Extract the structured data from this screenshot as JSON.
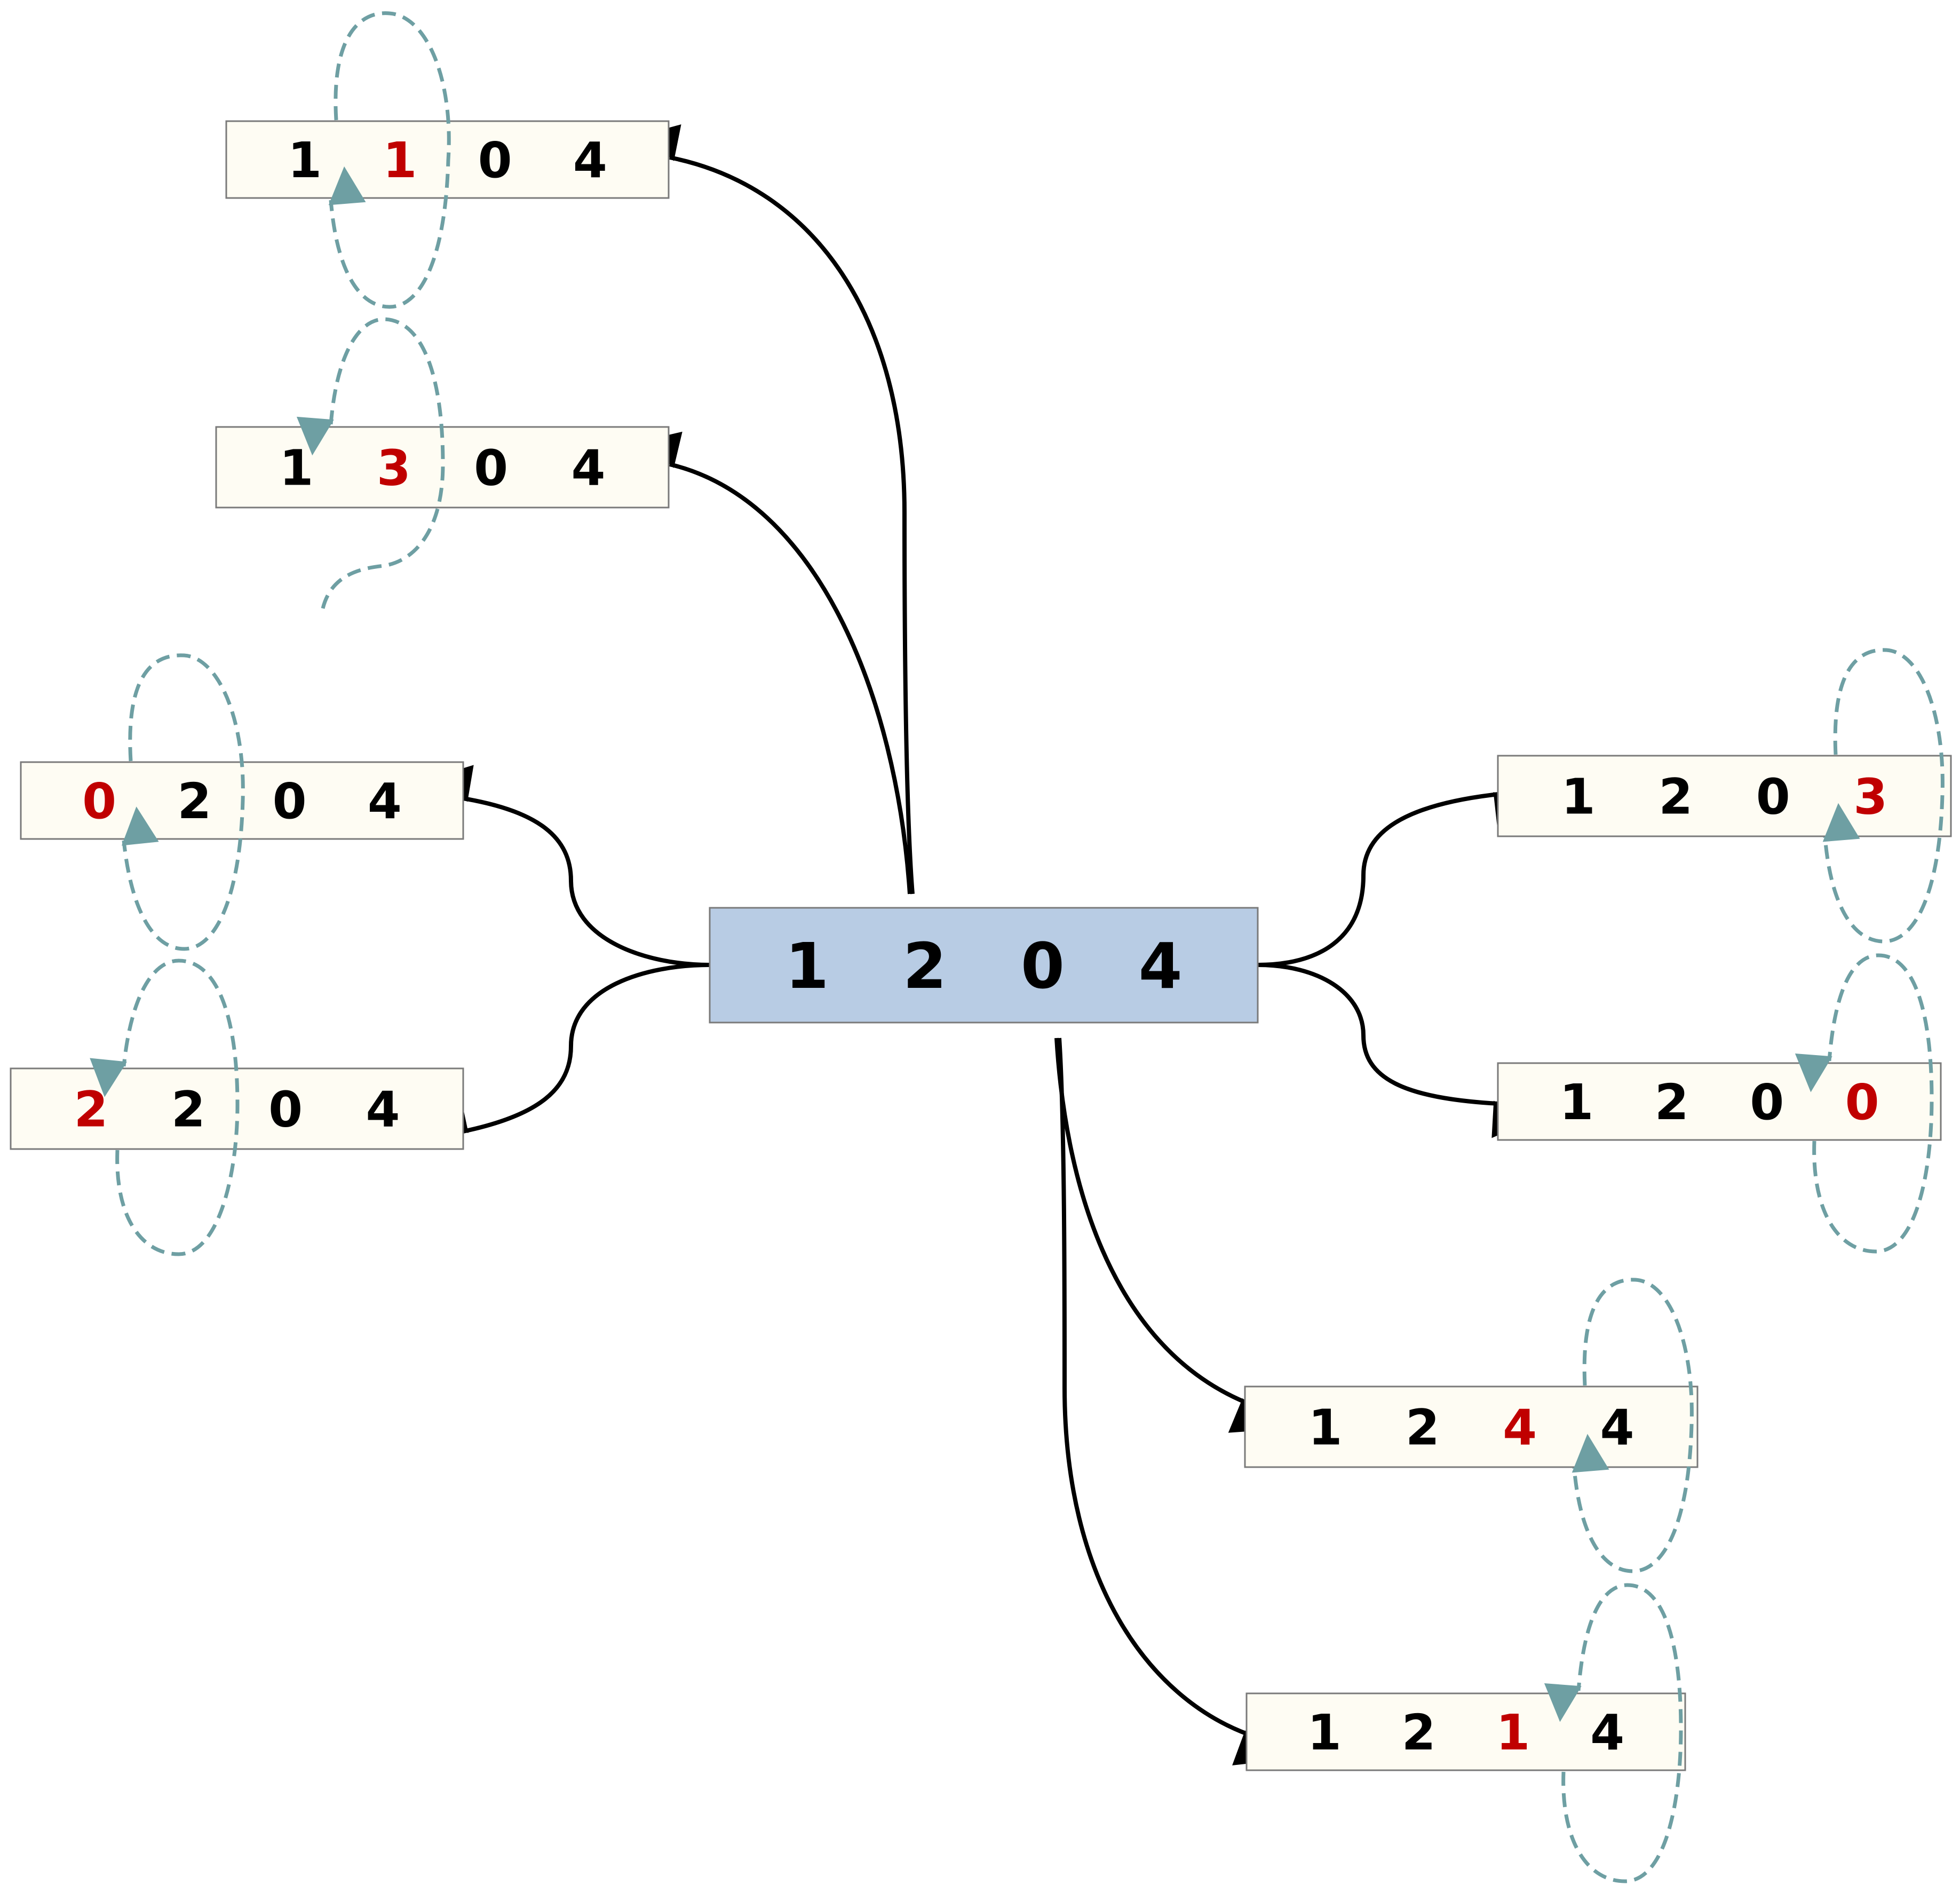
{
  "colors": {
    "normal_digit": "#000000",
    "changed_digit": "#c00000",
    "center_fill": "#b8cce4",
    "box_fill": "#fefcf3",
    "loop_stroke": "#6e9fa3",
    "edge_stroke": "#000000"
  },
  "center": {
    "digits": [
      "1",
      "2",
      "0",
      "4"
    ]
  },
  "neighbors": [
    {
      "id": "n1",
      "digits": [
        "1",
        "1",
        "0",
        "4"
      ],
      "changed_index": 1
    },
    {
      "id": "n2",
      "digits": [
        "1",
        "3",
        "0",
        "4"
      ],
      "changed_index": 1
    },
    {
      "id": "n3",
      "digits": [
        "0",
        "2",
        "0",
        "4"
      ],
      "changed_index": 0
    },
    {
      "id": "n4",
      "digits": [
        "2",
        "2",
        "0",
        "4"
      ],
      "changed_index": 0
    },
    {
      "id": "n5",
      "digits": [
        "1",
        "2",
        "0",
        "3"
      ],
      "changed_index": 3
    },
    {
      "id": "n6",
      "digits": [
        "1",
        "2",
        "0",
        "0"
      ],
      "changed_index": 3
    },
    {
      "id": "n7",
      "digits": [
        "1",
        "2",
        "4",
        "4"
      ],
      "changed_index": 2
    },
    {
      "id": "n8",
      "digits": [
        "1",
        "2",
        "1",
        "4"
      ],
      "changed_index": 2
    }
  ]
}
